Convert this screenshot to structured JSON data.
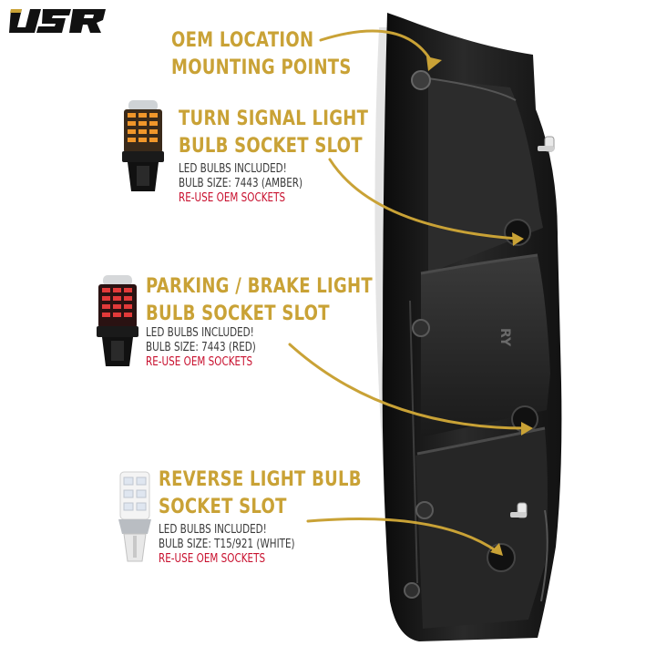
{
  "brand": {
    "logo_text": "USR",
    "gold": "#c9a236",
    "red": "#c8102e",
    "text_gray": "#3a3a3a"
  },
  "callouts": [
    {
      "heading": [
        "OEM LOCATION",
        "MOUNTING POINTS"
      ],
      "details": [],
      "note": ""
    },
    {
      "heading": [
        "TURN SIGNAL LIGHT",
        "BULB SOCKET SLOT"
      ],
      "details": [
        "LED BULBS INCLUDED!",
        "BULB SIZE: 7443 (AMBER)"
      ],
      "note": "RE-USE OEM SOCKETS",
      "bulb_icon": "amber-7443-led-bulb-icon",
      "bulb_color": "#f0962a"
    },
    {
      "heading": [
        "PARKING / BRAKE LIGHT",
        "BULB SOCKET SLOT"
      ],
      "details": [
        "LED BULBS INCLUDED!",
        "BULB SIZE: 7443 (RED)"
      ],
      "note": "RE-USE OEM SOCKETS",
      "bulb_icon": "red-7443-led-bulb-icon",
      "bulb_color": "#e23a3a"
    },
    {
      "heading": [
        "REVERSE LIGHT BULB",
        "SOCKET SLOT"
      ],
      "details": [
        "LED BULBS INCLUDED!",
        "BULB SIZE: T15/921 (WHITE)"
      ],
      "note": "RE-USE OEM SOCKETS",
      "bulb_icon": "white-t15-led-bulb-icon",
      "bulb_color": "#ffffff"
    }
  ],
  "housing": {
    "icon": "tail-light-housing-back-icon",
    "color": "#1c1c1c",
    "embossed_text": "RY"
  }
}
